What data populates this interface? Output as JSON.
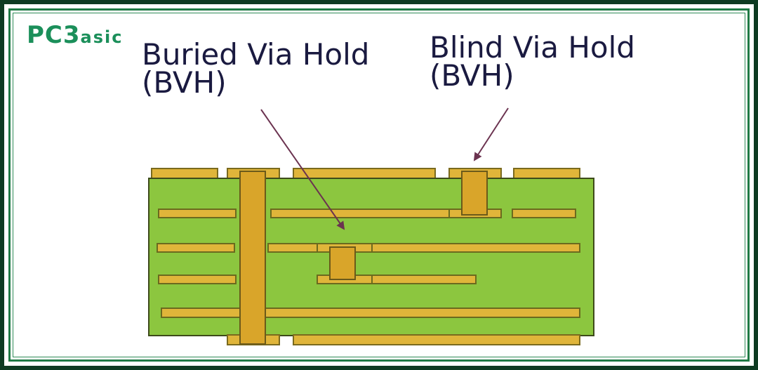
{
  "logo": {
    "main": "PC3",
    "suffix": "asic"
  },
  "labels": {
    "buried": {
      "line1": "Buried Via Hold",
      "line2": "(BVH)"
    },
    "blind": {
      "line1": "Blind Via Hold",
      "line2": "(BVH)"
    }
  },
  "colors": {
    "board": "#8cc63f",
    "copper": "#e0b53a",
    "via": "#d9a52a",
    "frame_dark": "#0e3b22",
    "frame_green": "#1f7a45",
    "logo": "#1b8f5a",
    "arrow": "#6b3350"
  }
}
